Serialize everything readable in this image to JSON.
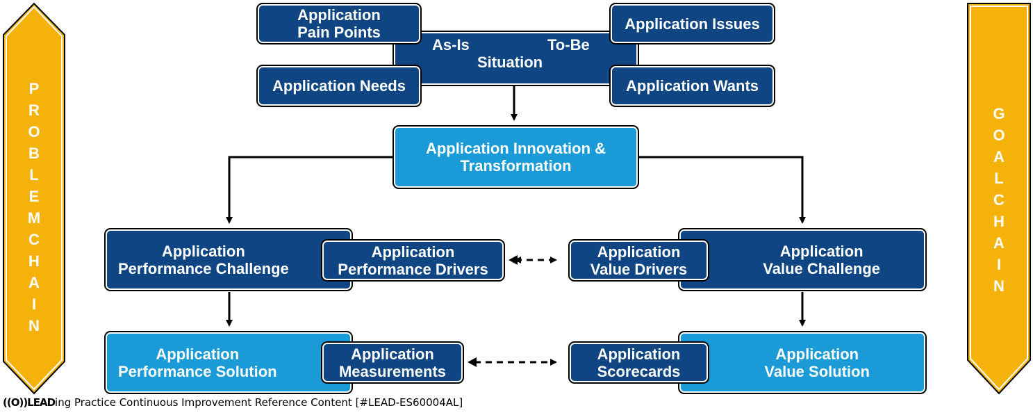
{
  "problem_chain": {
    "label": "PROBLEM CHAIN",
    "color": "#f5b20b"
  },
  "goal_chain": {
    "label": "GOAL CHAIN",
    "color": "#f5b20b"
  },
  "situation": {
    "as_is": "As-Is",
    "to_be": "To-Be",
    "label": "Situation"
  },
  "pain_points": [
    "Application",
    "Pain Points"
  ],
  "issues": [
    "Application Issues"
  ],
  "needs": [
    "Application Needs"
  ],
  "wants": [
    "Application Wants"
  ],
  "innovation": [
    "Application Innovation &",
    "Transformation"
  ],
  "perf_challenge": [
    "Application",
    "Performance Challenge"
  ],
  "perf_drivers": [
    "Application",
    "Performance Drivers"
  ],
  "value_drivers": [
    "Application",
    "Value Drivers"
  ],
  "value_challenge": [
    "Application",
    "Value Challenge"
  ],
  "perf_solution": [
    "Application",
    "Performance Solution"
  ],
  "measurements": [
    "Application",
    "Measurements"
  ],
  "scorecards": [
    "Application",
    "Scorecards"
  ],
  "value_solution": [
    "Application",
    "Value Solution"
  ],
  "footer": {
    "logo": "((O))LEAD",
    "text": "ing Practice Continuous Improvement Reference Content [#LEAD-ES60004AL]"
  },
  "colors": {
    "dark_box": "#0f4583",
    "light_box": "#1a9bd7",
    "chain": "#f5b20b"
  }
}
